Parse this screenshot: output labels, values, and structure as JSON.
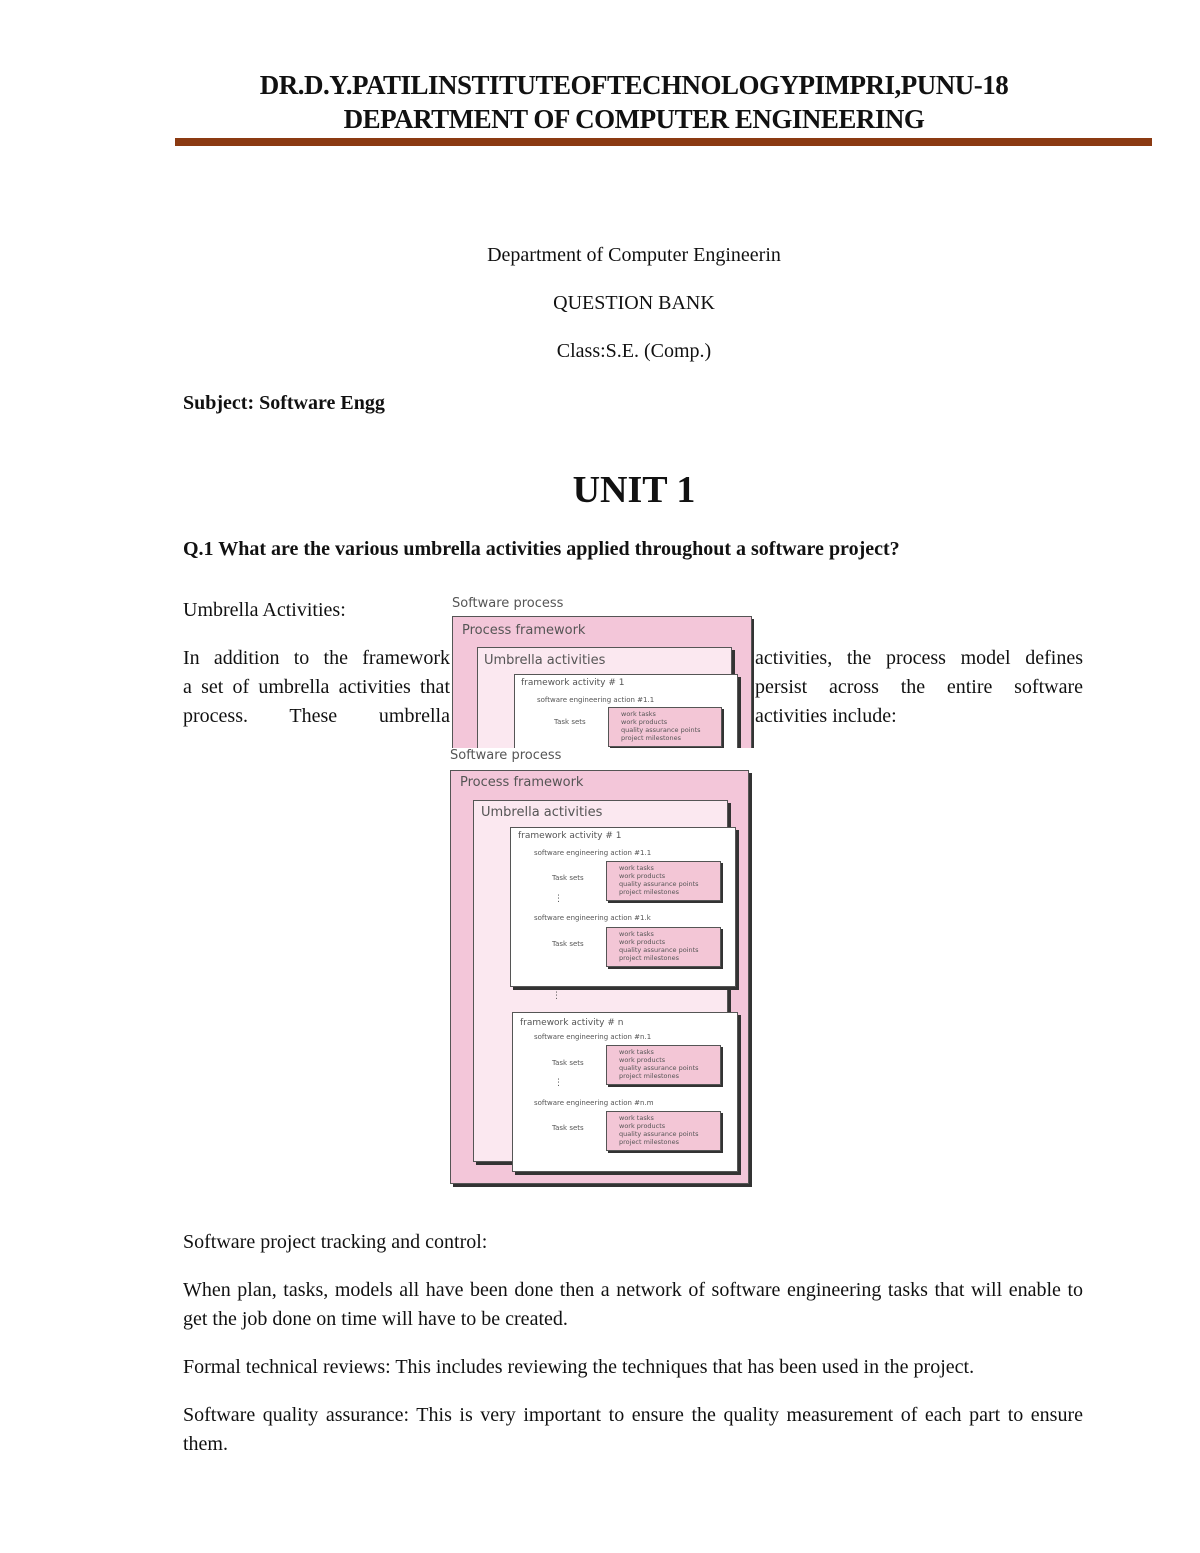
{
  "header": {
    "line1": "DR.D.Y.PATILINSTITUTEOFTECHNOLOGYPIMPRI,PUNU-18",
    "line2": "DEPARTMENT OF COMPUTER ENGINEERING",
    "accent": "#8b3a12"
  },
  "intro": {
    "dept": "Department of Computer Engineerin",
    "bank": "QUESTION BANK",
    "class": "Class:S.E. (Comp.)",
    "subject": "Subject: Software Engg"
  },
  "unit": "UNIT 1",
  "question": "Q.1 What are the various umbrella activities applied throughout a software project?",
  "umbrella_heading": "Umbrella Activities:",
  "para_left": [
    "In addition to the framework",
    "a set of umbrella activities that",
    "process.   These   umbrella"
  ],
  "para_right": [
    "activities, the process model defines",
    "persist across the entire software",
    "activities include:"
  ],
  "diagram": {
    "software_process": "Software process",
    "process_framework": "Process framework",
    "umbrella": "Umbrella activities",
    "fa1": "framework activity # 1",
    "a11": "software engineering action #1.1",
    "a1k": "software engineering action #1.k",
    "fan": "framework activity # n",
    "an1": "software engineering action #n.1",
    "anm": "software engineering action #n.m",
    "task_sets": "Task sets",
    "dots": "⋮",
    "tasks": [
      "work tasks",
      "work products",
      "quality assurance points",
      "project milestones"
    ],
    "colors": {
      "outer": "#f3c6d9",
      "umbrella": "#fbe8f0",
      "task": "#f3c6d6"
    }
  },
  "sections": {
    "tracking_heading": "Software project tracking and control:",
    "tracking_text": "When plan, tasks, models all have been done then a network of software engineering tasks that will enable to get the job done on time will have to be created.",
    "ftr": "Formal technical reviews: This includes reviewing the techniques that has been used in the project.",
    "sqa": "Software quality assurance: This is very important to ensure the quality measurement of each part to ensure them."
  }
}
